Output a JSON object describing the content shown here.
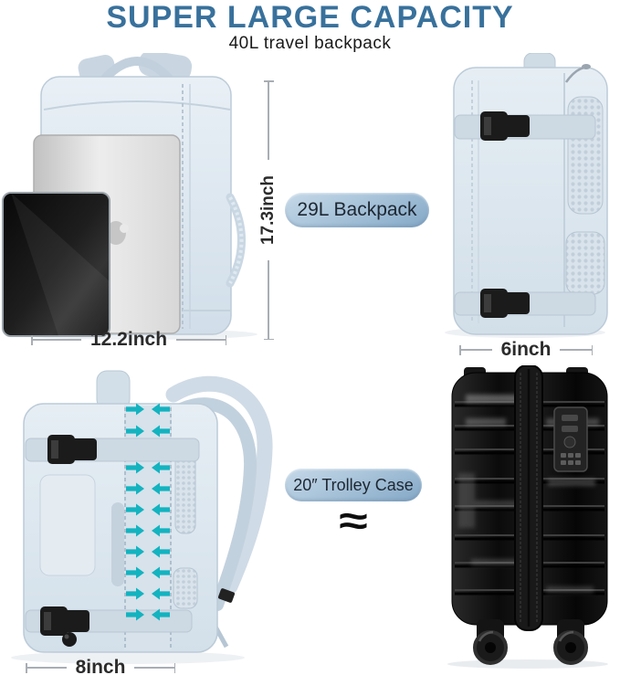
{
  "header": {
    "title": "SUPER LARGE CAPACITY",
    "subtitle": "40L travel backpack"
  },
  "callouts": {
    "backpack_capacity": "29L Backpack",
    "trolley_size": "20″ Trolley Case",
    "approx_symbol": "≈"
  },
  "dimensions": {
    "backpack_height": "17.3inch",
    "backpack_width": "12.2inch",
    "backpack_depth": "6inch",
    "backpack_depth_expanded": "8inch"
  },
  "colors": {
    "title_blue": "#38719c",
    "badge_gradient_light": "#c6d9e8",
    "badge_gradient_dark": "#84a8c7",
    "expansion_arrow_teal": "#13b3c0",
    "dimension_line_gray": "#a9aeb4",
    "backpack_light_blue": "#dde7ef",
    "trolley_black": "#101010"
  }
}
